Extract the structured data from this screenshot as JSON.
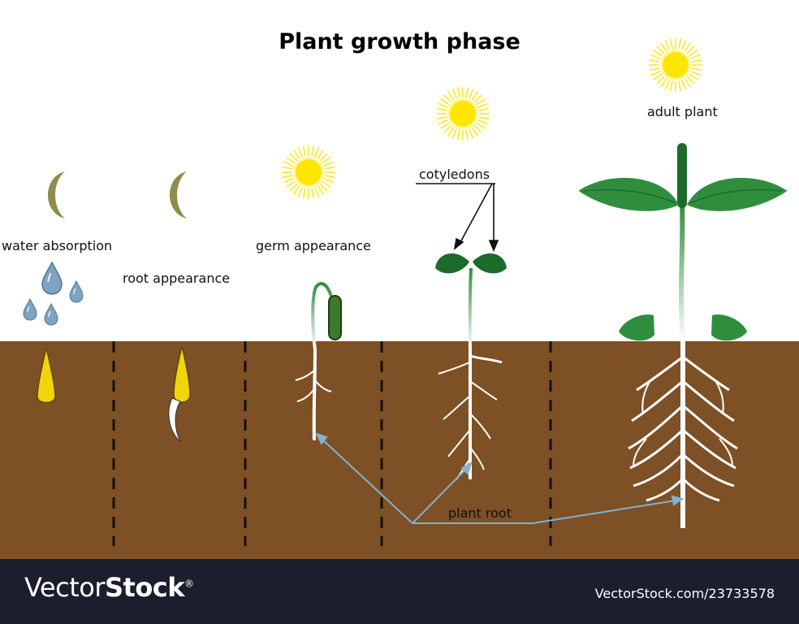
{
  "title": "Plant growth phase",
  "labels": {
    "water_absorption": "water absorption",
    "root_appearance": "root appearance",
    "germ_appearance": "germ appearance",
    "cotyledons": "cotyledons",
    "adult_plant": "adult plant",
    "plant_root": "plant root"
  },
  "footer": {
    "brand_vector": "Vector",
    "brand_stock": "Stock",
    "brand_reg": "®",
    "image_id": "VectorStock.com/23733578"
  },
  "colors": {
    "soil": "#7e5025",
    "leaf": "#2f8e3e",
    "leaf_dark": "#1c6b2b",
    "sun": "#ffe600",
    "moon": "#8f8c4c",
    "seed": "#f2d40a",
    "water": "#7fa3c1",
    "arrow": "#7fb3cf",
    "footer_bg": "#1b1e2d"
  }
}
